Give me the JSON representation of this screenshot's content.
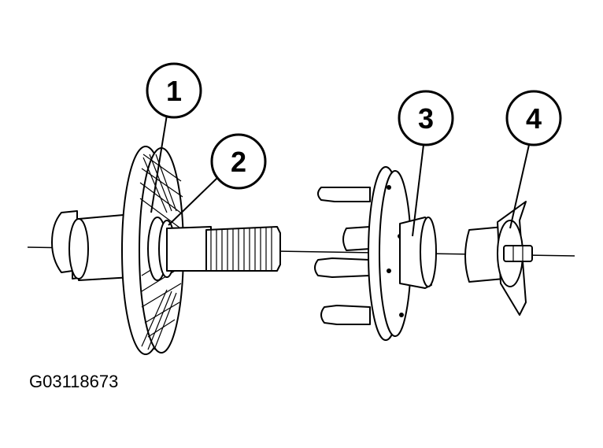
{
  "callouts": [
    {
      "label": "1"
    },
    {
      "label": "2"
    },
    {
      "label": "3"
    },
    {
      "label": "4"
    }
  ],
  "figure_id": "G03118673",
  "colors": {
    "line": "#000000",
    "background": "#ffffff"
  }
}
